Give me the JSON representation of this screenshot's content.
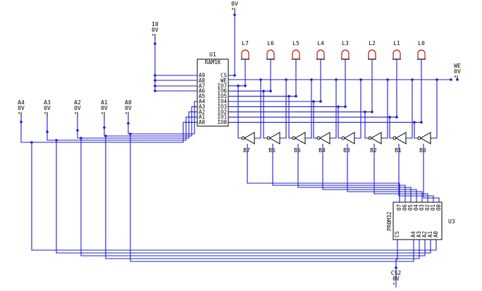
{
  "u1": {
    "ref": "U1",
    "part": "RAM1K",
    "left_pins": [
      "A9",
      "A8",
      "A7",
      "A6",
      "A5",
      "A4",
      "A3",
      "A2",
      "A1",
      "A0"
    ],
    "right_pins": [
      "CS",
      "WE",
      "IO7",
      "IO6",
      "IO5",
      "IO4",
      "IO3",
      "IO2",
      "IO1",
      "IO0"
    ]
  },
  "u3": {
    "ref": "U3",
    "part": "PROM32",
    "top_pins": [
      "O7",
      "O6",
      "O5",
      "O4",
      "O3",
      "O2",
      "O1",
      "O0"
    ],
    "bottom_pins": [
      "CS",
      "A4",
      "A3",
      "A2",
      "A1",
      "A0"
    ]
  },
  "lamps": [
    "L7",
    "L6",
    "L5",
    "L4",
    "L3",
    "L2",
    "L1",
    "L0"
  ],
  "buffers": [
    "B7",
    "B6",
    "B5",
    "B4",
    "B3",
    "B2",
    "B1",
    "B0"
  ],
  "switches": {
    "i0": {
      "name": "I0",
      "level": "0V"
    },
    "cs_top": {
      "level": "0V"
    },
    "we": {
      "name": "WE",
      "level": "0V"
    },
    "a4": {
      "name": "A4",
      "level": "0V"
    },
    "a3": {
      "name": "A3",
      "level": "0V"
    },
    "a2": {
      "name": "A2",
      "level": "0V"
    },
    "a1": {
      "name": "A1",
      "level": "0V"
    },
    "a0": {
      "name": "A0",
      "level": "0V"
    },
    "cs2": {
      "name": "CS2",
      "level": "0V"
    }
  }
}
